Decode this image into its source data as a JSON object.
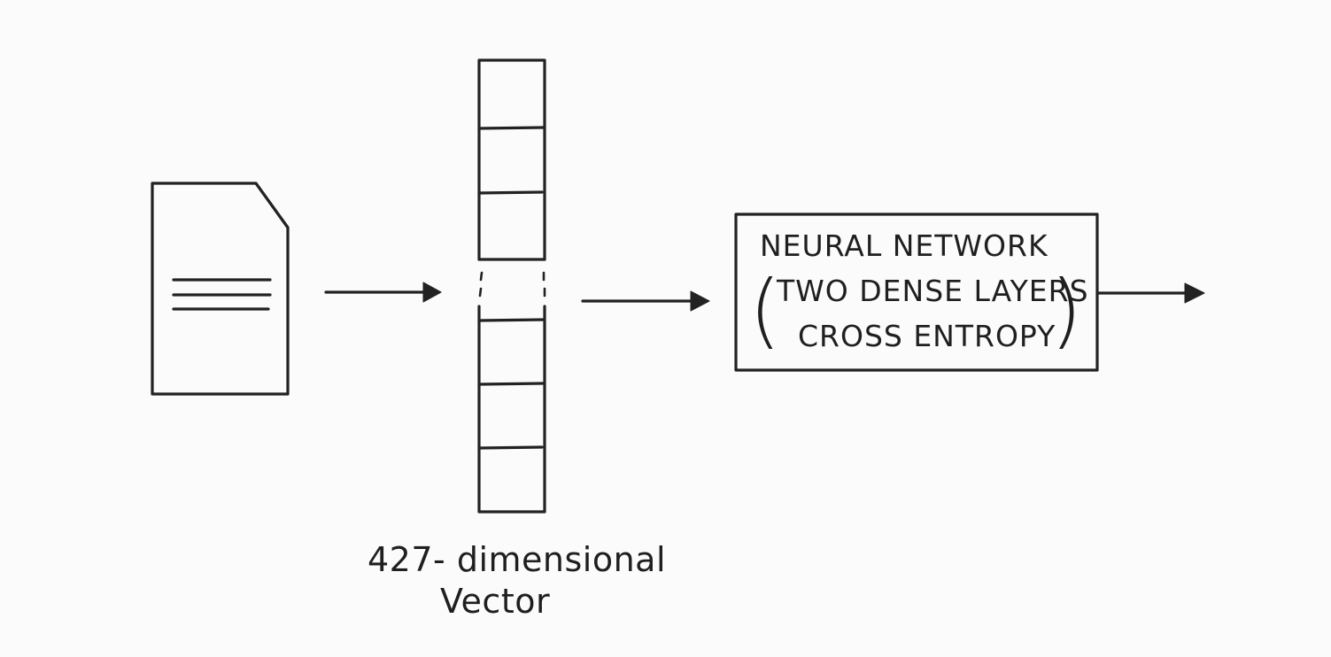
{
  "diagram": {
    "nodes": {
      "document": {
        "icon": "document-icon"
      },
      "vector": {
        "cells": 7,
        "gap_after_cell": 3
      },
      "network": {
        "title": "NEURAL NETWORK",
        "line1": "TWO DENSE LAYERS",
        "line2": "CROSS ENTROPY"
      }
    },
    "labels": {
      "vector_line1": "427- dimensional",
      "vector_line2": "Vector"
    },
    "edges": [
      {
        "from": "document",
        "to": "vector"
      },
      {
        "from": "vector",
        "to": "network"
      },
      {
        "from": "network",
        "to": "output"
      }
    ],
    "colors": {
      "ink": "#222222",
      "background": "#fbfbfb"
    }
  }
}
